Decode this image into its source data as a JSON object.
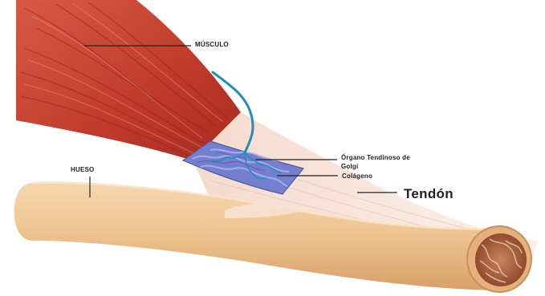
{
  "labels": {
    "musculo": "MÚSCULO",
    "hueso": "HUESO",
    "organo_golgi_line1": "Órgano Tendinoso de",
    "organo_golgi_line2": "Golgi",
    "colageno": "Colágeno",
    "tendon": "Tendón"
  },
  "colors": {
    "muscle": "#c8402f",
    "muscle_dark": "#9e2a1e",
    "tendon": "#f3dfd4",
    "bone": "#f0c896",
    "bone_dark": "#d9a46c",
    "marrow": "#b46a45",
    "golgi_capsule": "#6f7fd0",
    "nerve": "#1f8fb8",
    "leader_line": "#222222"
  }
}
